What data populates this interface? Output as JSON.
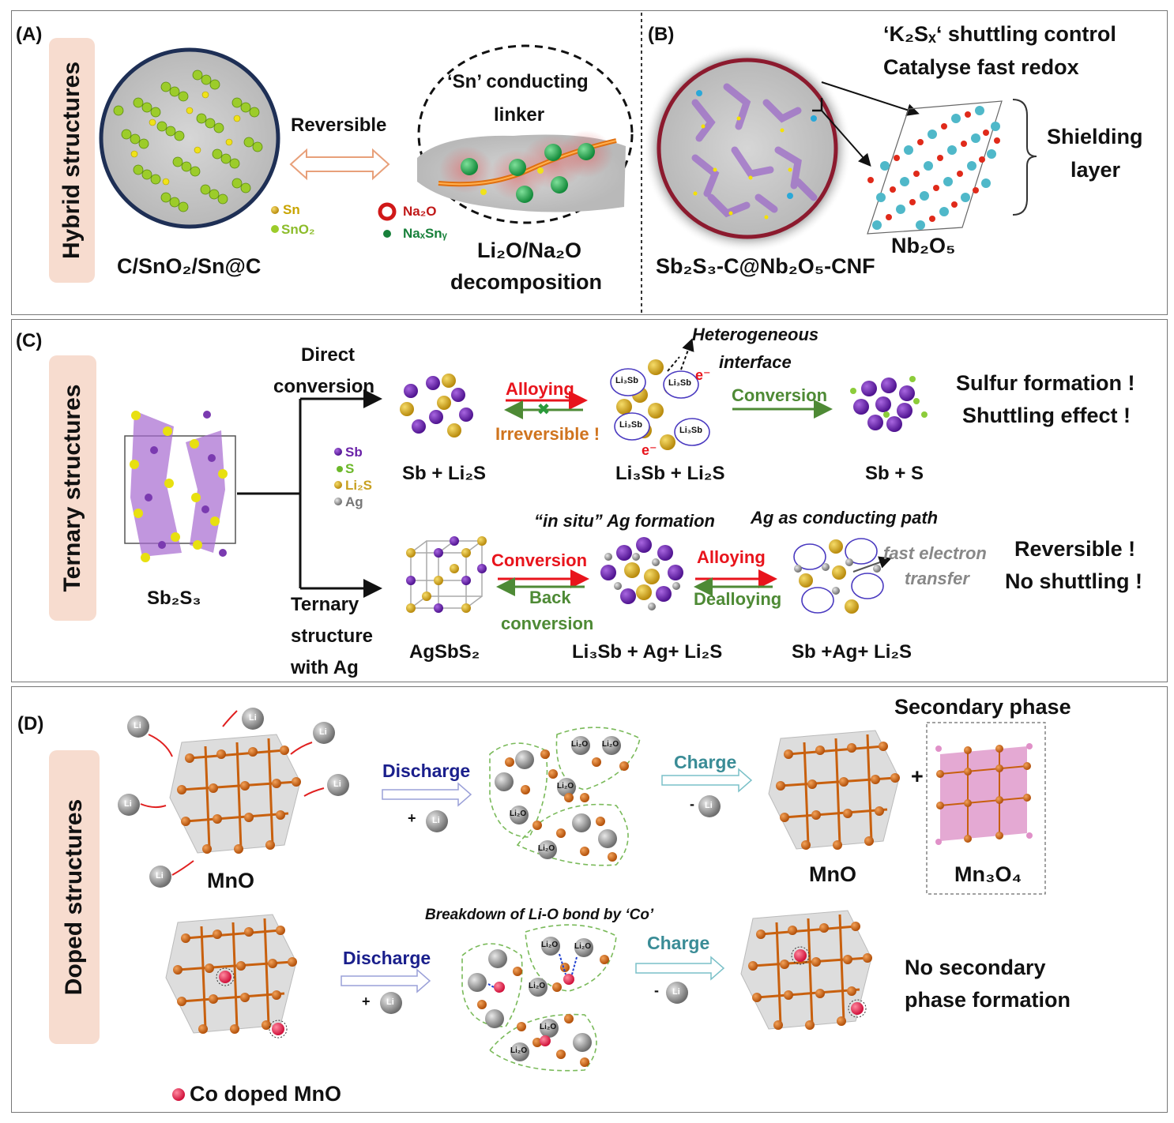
{
  "panelA": {
    "label": "(A)",
    "side_title": "Hybrid structures",
    "left_caption": "C/SnO₂/Sn@C",
    "arrow_label": "Reversible",
    "legend1": [
      "Sn",
      "SnO₂"
    ],
    "legend2": [
      "Na₂O",
      "NaₓSnᵧ"
    ],
    "linker_label_line1": "‘Sn’ conducting",
    "linker_label_line2": "linker",
    "right_caption_line1": "Li₂O/Na₂O",
    "right_caption_line2": "decomposition"
  },
  "panelB": {
    "label": "(B)",
    "title_line1": "‘K₂Sₓ‘ shuttling control",
    "title_line2": "Catalyse fast redox",
    "left_caption": "Sb₂S₃-C@Nb₂O₅-CNF",
    "crystal_caption": "Nb₂O₅",
    "brace_label_line1": "Shielding",
    "brace_label_line2": "layer"
  },
  "panelC": {
    "label": "(C)",
    "side_title": "Ternary structures",
    "sb2s3_caption": "Sb₂S₃",
    "branch_top_line1": "Direct",
    "branch_top_line2": "conversion",
    "branch_bottom_line1": "Ternary",
    "branch_bottom_line2": "structure",
    "branch_bottom_line3": "with Ag",
    "legend": [
      "Sb",
      "S",
      "Li₂S",
      "Ag"
    ],
    "top_row": {
      "step1_caption": "Sb + Li₂S",
      "arrow1_top": "Alloying",
      "arrow1_bottom": "Irreversible !",
      "hetero_line1": "Heterogeneous",
      "hetero_line2": "interface",
      "step2_caption": "Li₃Sb + Li₂S",
      "arrow2_top": "Conversion",
      "step3_caption": "Sb + S",
      "note_line1": "Sulfur formation !",
      "note_line2": "Shuttling effect !",
      "li3sb": "Li₃Sb",
      "electron": "e⁻"
    },
    "bottom_row": {
      "step1_caption": "AgSbS₂",
      "arrow1_top": "Conversion",
      "arrow1_bottom_line1": "Back",
      "arrow1_bottom_line2": "conversion",
      "insitu": "“in situ” Ag formation",
      "step2_caption": "Li₃Sb + Ag+ Li₂S",
      "arrow2_top": "Alloying",
      "arrow2_bottom": "Dealloying",
      "path_label": "Ag as conducting path",
      "fast_line1": "fast electron",
      "fast_line2": "transfer",
      "step3_caption": "Sb +Ag+ Li₂S",
      "note_line1": "Reversible !",
      "note_line2": "No shuttling !"
    }
  },
  "panelD": {
    "label": "(D)",
    "side_title": "Doped structures",
    "top_row": {
      "mno_left": "MnO",
      "discharge": "Discharge",
      "plus_li": "+",
      "charge": "Charge",
      "minus_li": "-",
      "mno_right": "MnO",
      "plus": "+",
      "secondary_title": "Secondary phase",
      "mn3o4": "Mn₃O₄",
      "li": "Li",
      "li2o": "Li₂O"
    },
    "bottom_row": {
      "breakdown": "Breakdown of Li-O bond by ‘Co’",
      "discharge": "Discharge",
      "plus_li": "+",
      "charge": "Charge",
      "minus_li": "-",
      "no_secondary_line1": "No secondary",
      "no_secondary_line2": "phase formation",
      "co_legend": "Co doped MnO"
    }
  },
  "colors": {
    "side_bg": "#f7dccf",
    "alloy_red": "#e8141c",
    "conv_green": "#4e8a35",
    "irrev_orange": "#d0741e",
    "discharge_blue": "#1a1f8c",
    "charge_teal": "#3a8c96",
    "sb_purple": "#6a22a8",
    "li2s_gold": "#d4a820",
    "mn_orange": "#c8600e"
  }
}
